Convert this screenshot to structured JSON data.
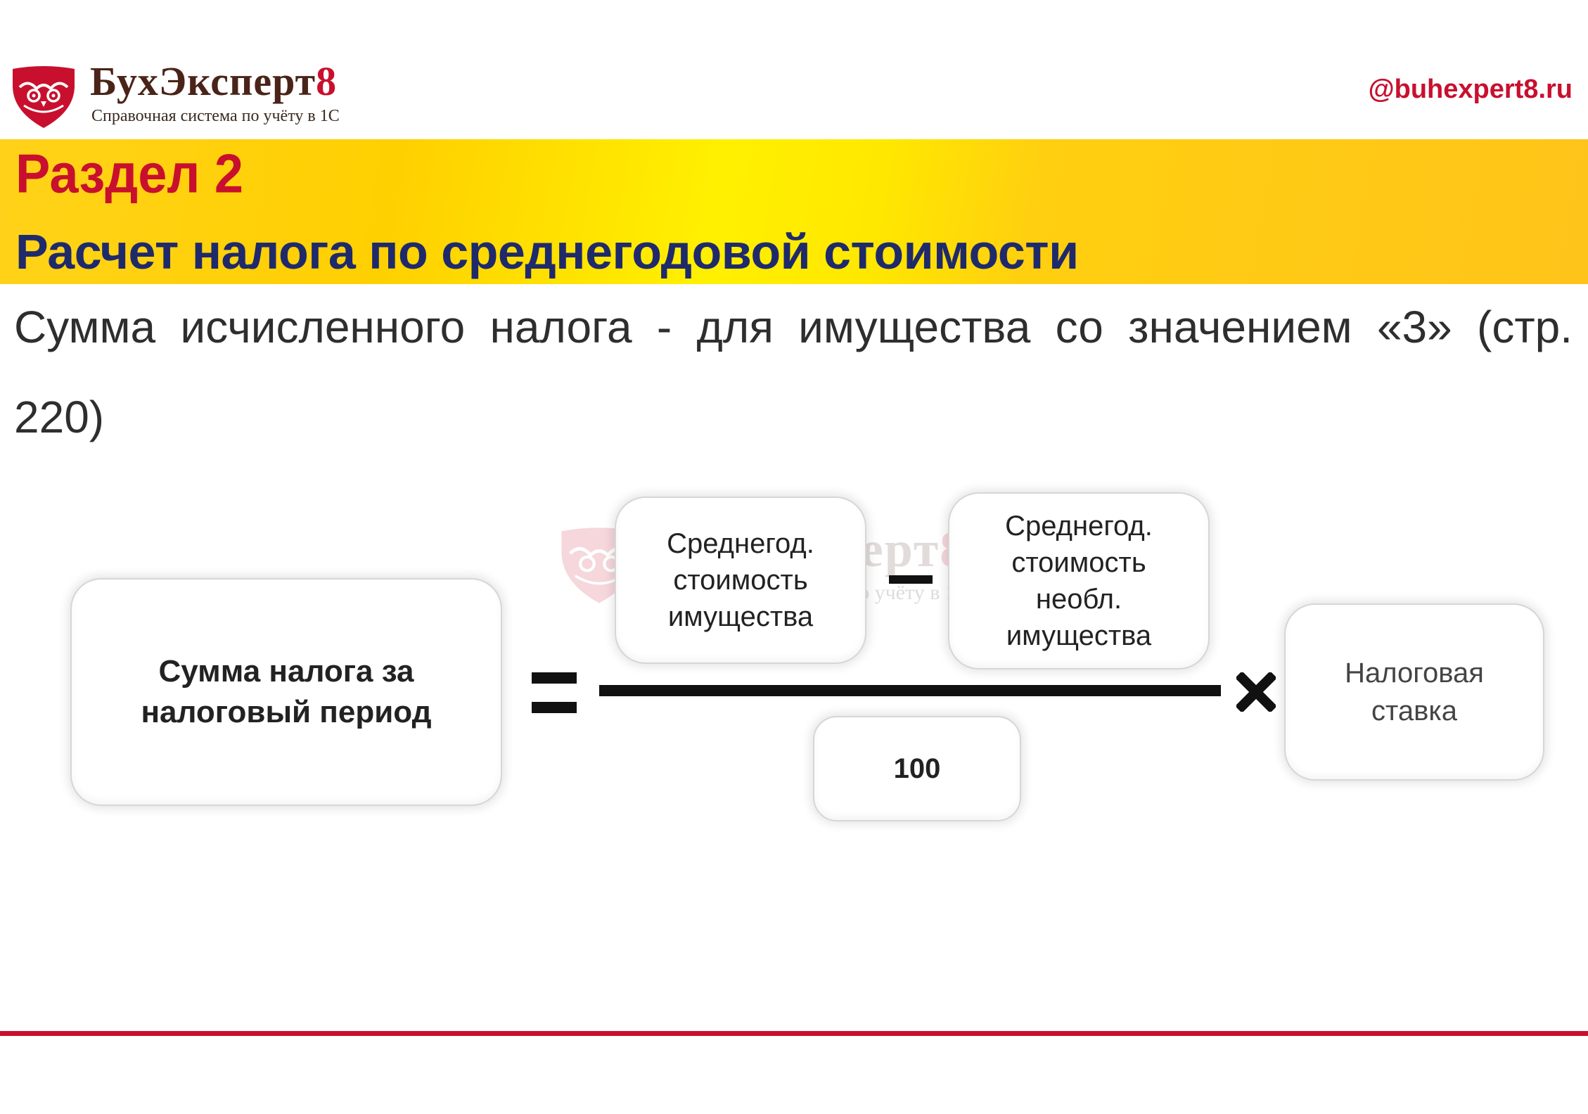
{
  "header": {
    "brand_name": "БухЭксперт",
    "brand_number": "8",
    "tagline": "Справочная система по учёту в 1С",
    "site": "@buhexpert8.ru"
  },
  "banner": {
    "section_title": "Раздел 2",
    "section_subtitle": "Расчет налога по среднегодовой стоимости"
  },
  "description": {
    "line1": "Сумма исчисленного налога - для имущества со значением «3» (стр.",
    "line2": "220)"
  },
  "formula": {
    "result_label": "Сумма налога за налоговый период",
    "avg_value_label": "Среднегод. стоимость имущества",
    "avg_exempt_label": "Среднегод. стоимость необл. имущества",
    "denominator": "100",
    "rate_label": "Налоговая ставка"
  },
  "watermark": {
    "brand_name": "БухЭксперт",
    "brand_number": "8",
    "tagline": "Справочная система по учёту в 1С"
  },
  "colors": {
    "brand_red": "#c8102e",
    "brand_brown": "#4a2418",
    "banner_yellow": "#ffe000",
    "subtitle_navy": "#1f2a6b"
  },
  "icons": {
    "logo": "owl-shield-icon",
    "equals": "equals-icon",
    "minus": "minus-icon",
    "times": "times-icon"
  }
}
